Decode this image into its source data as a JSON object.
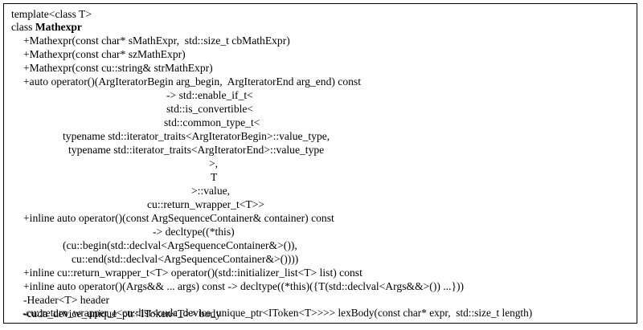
{
  "class_diagram": {
    "template_decl": "template<class T>",
    "class_keyword": "class ",
    "class_name": "Mathexpr",
    "members": [
      "+Mathexpr(const char* sMathExpr,  std::size_t cbMathExpr)",
      "+Mathexpr(const char* szMathExpr)",
      "+Mathexpr(const cu::string& strMathExpr)",
      "+auto operator()(ArgIteratorBegin arg_begin,  ArgIteratorEnd arg_end) const",
      "-> std::enable_if_t<",
      "std::is_convertible<",
      "std::common_type_t<",
      "typename std::iterator_traits<ArgIteratorBegin>::value_type,",
      "typename std::iterator_traits<ArgIteratorEnd>::value_type",
      ">,",
      "T",
      ">::value,",
      "cu::return_wrapper_t<T>>",
      "+inline auto operator()(const ArgSequenceContainer& container) const",
      "-> decltype((*this)",
      "(cu::begin(std::declval<ArgSequenceContainer&>()),",
      "cu::end(std::declval<ArgSequenceContainer&>())))",
      "+inline cu::return_wrapper_t<T> operator()(std::initializer_list<T> list) const",
      "+inline auto operator()(Args&& ... args) const -> decltype((*this)({T(std::declval<Args&&>()) ...}))",
      "-Header<T> header",
      "-cuda_device_unique_ptr<IToken<T>> body",
      "-cu::return_wrapper_t<cu::list<cuda_device_unique_ptr<IToken<T>>>> lexBody(const char* expr,  std::size_t length)"
    ]
  }
}
